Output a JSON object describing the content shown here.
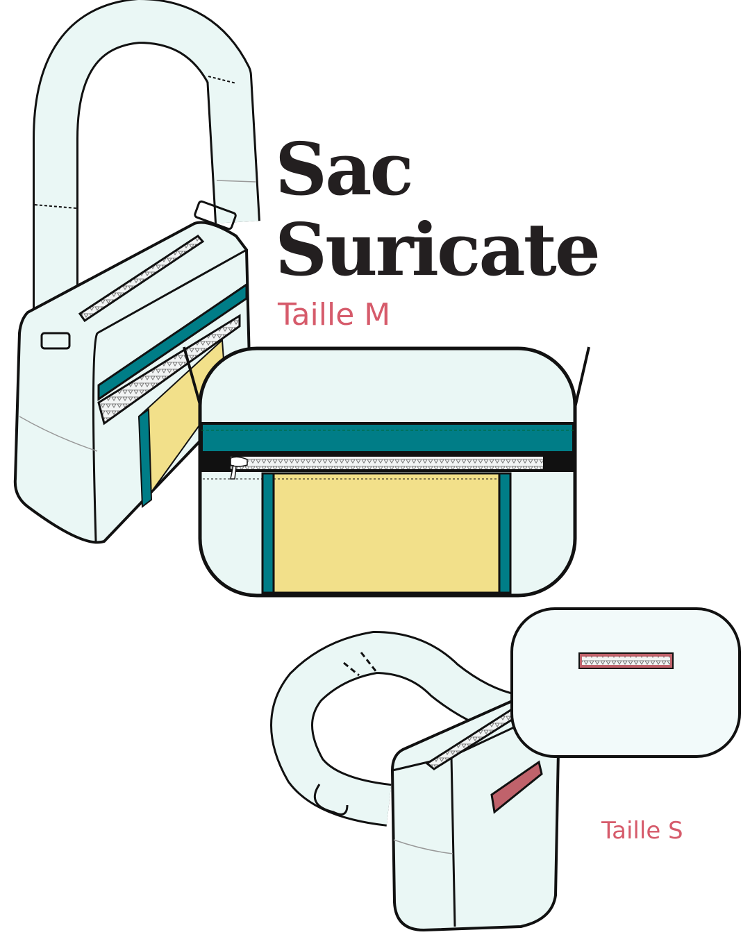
{
  "title": {
    "line1": "Sac",
    "line2": "Suricate"
  },
  "sizes": {
    "medium": "Taille M",
    "small": "Taille S"
  },
  "colors": {
    "mint": "#eaf7f5",
    "teal": "#007d87",
    "yellow": "#f2e08a",
    "pink": "#d65b6b",
    "zip_pink": "#c0626b"
  }
}
